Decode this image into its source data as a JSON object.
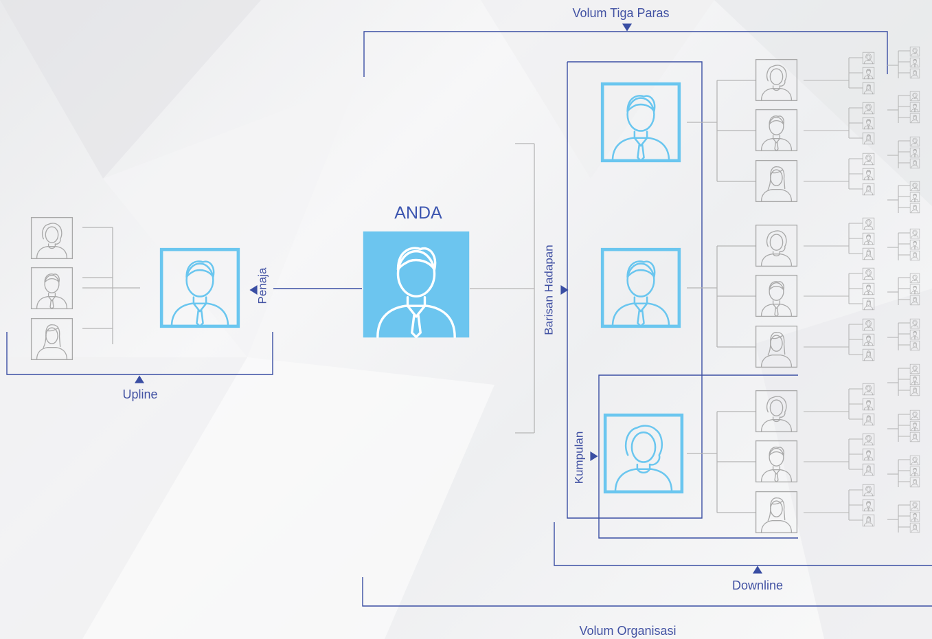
{
  "labels": {
    "volum_tiga_paras": "Volum Tiga Paras",
    "you": "ANDA",
    "sponsor": "Penaja",
    "upline": "Upline",
    "frontline": "Barisan Hadapan",
    "group": "Kumpulan",
    "downline": "Downline",
    "volum_organisasi": "Volum Organisasi"
  },
  "colors": {
    "accent_line": "#3a4ea3",
    "highlight": "#6ac6ef",
    "you_fill": "#6cc5ef",
    "inactive": "#a9a9a9",
    "connector": "#b5b5b5"
  },
  "icons": {
    "male": "male-person-icon",
    "female_curly": "female-curly-person-icon",
    "female_long": "female-long-hair-person-icon"
  }
}
